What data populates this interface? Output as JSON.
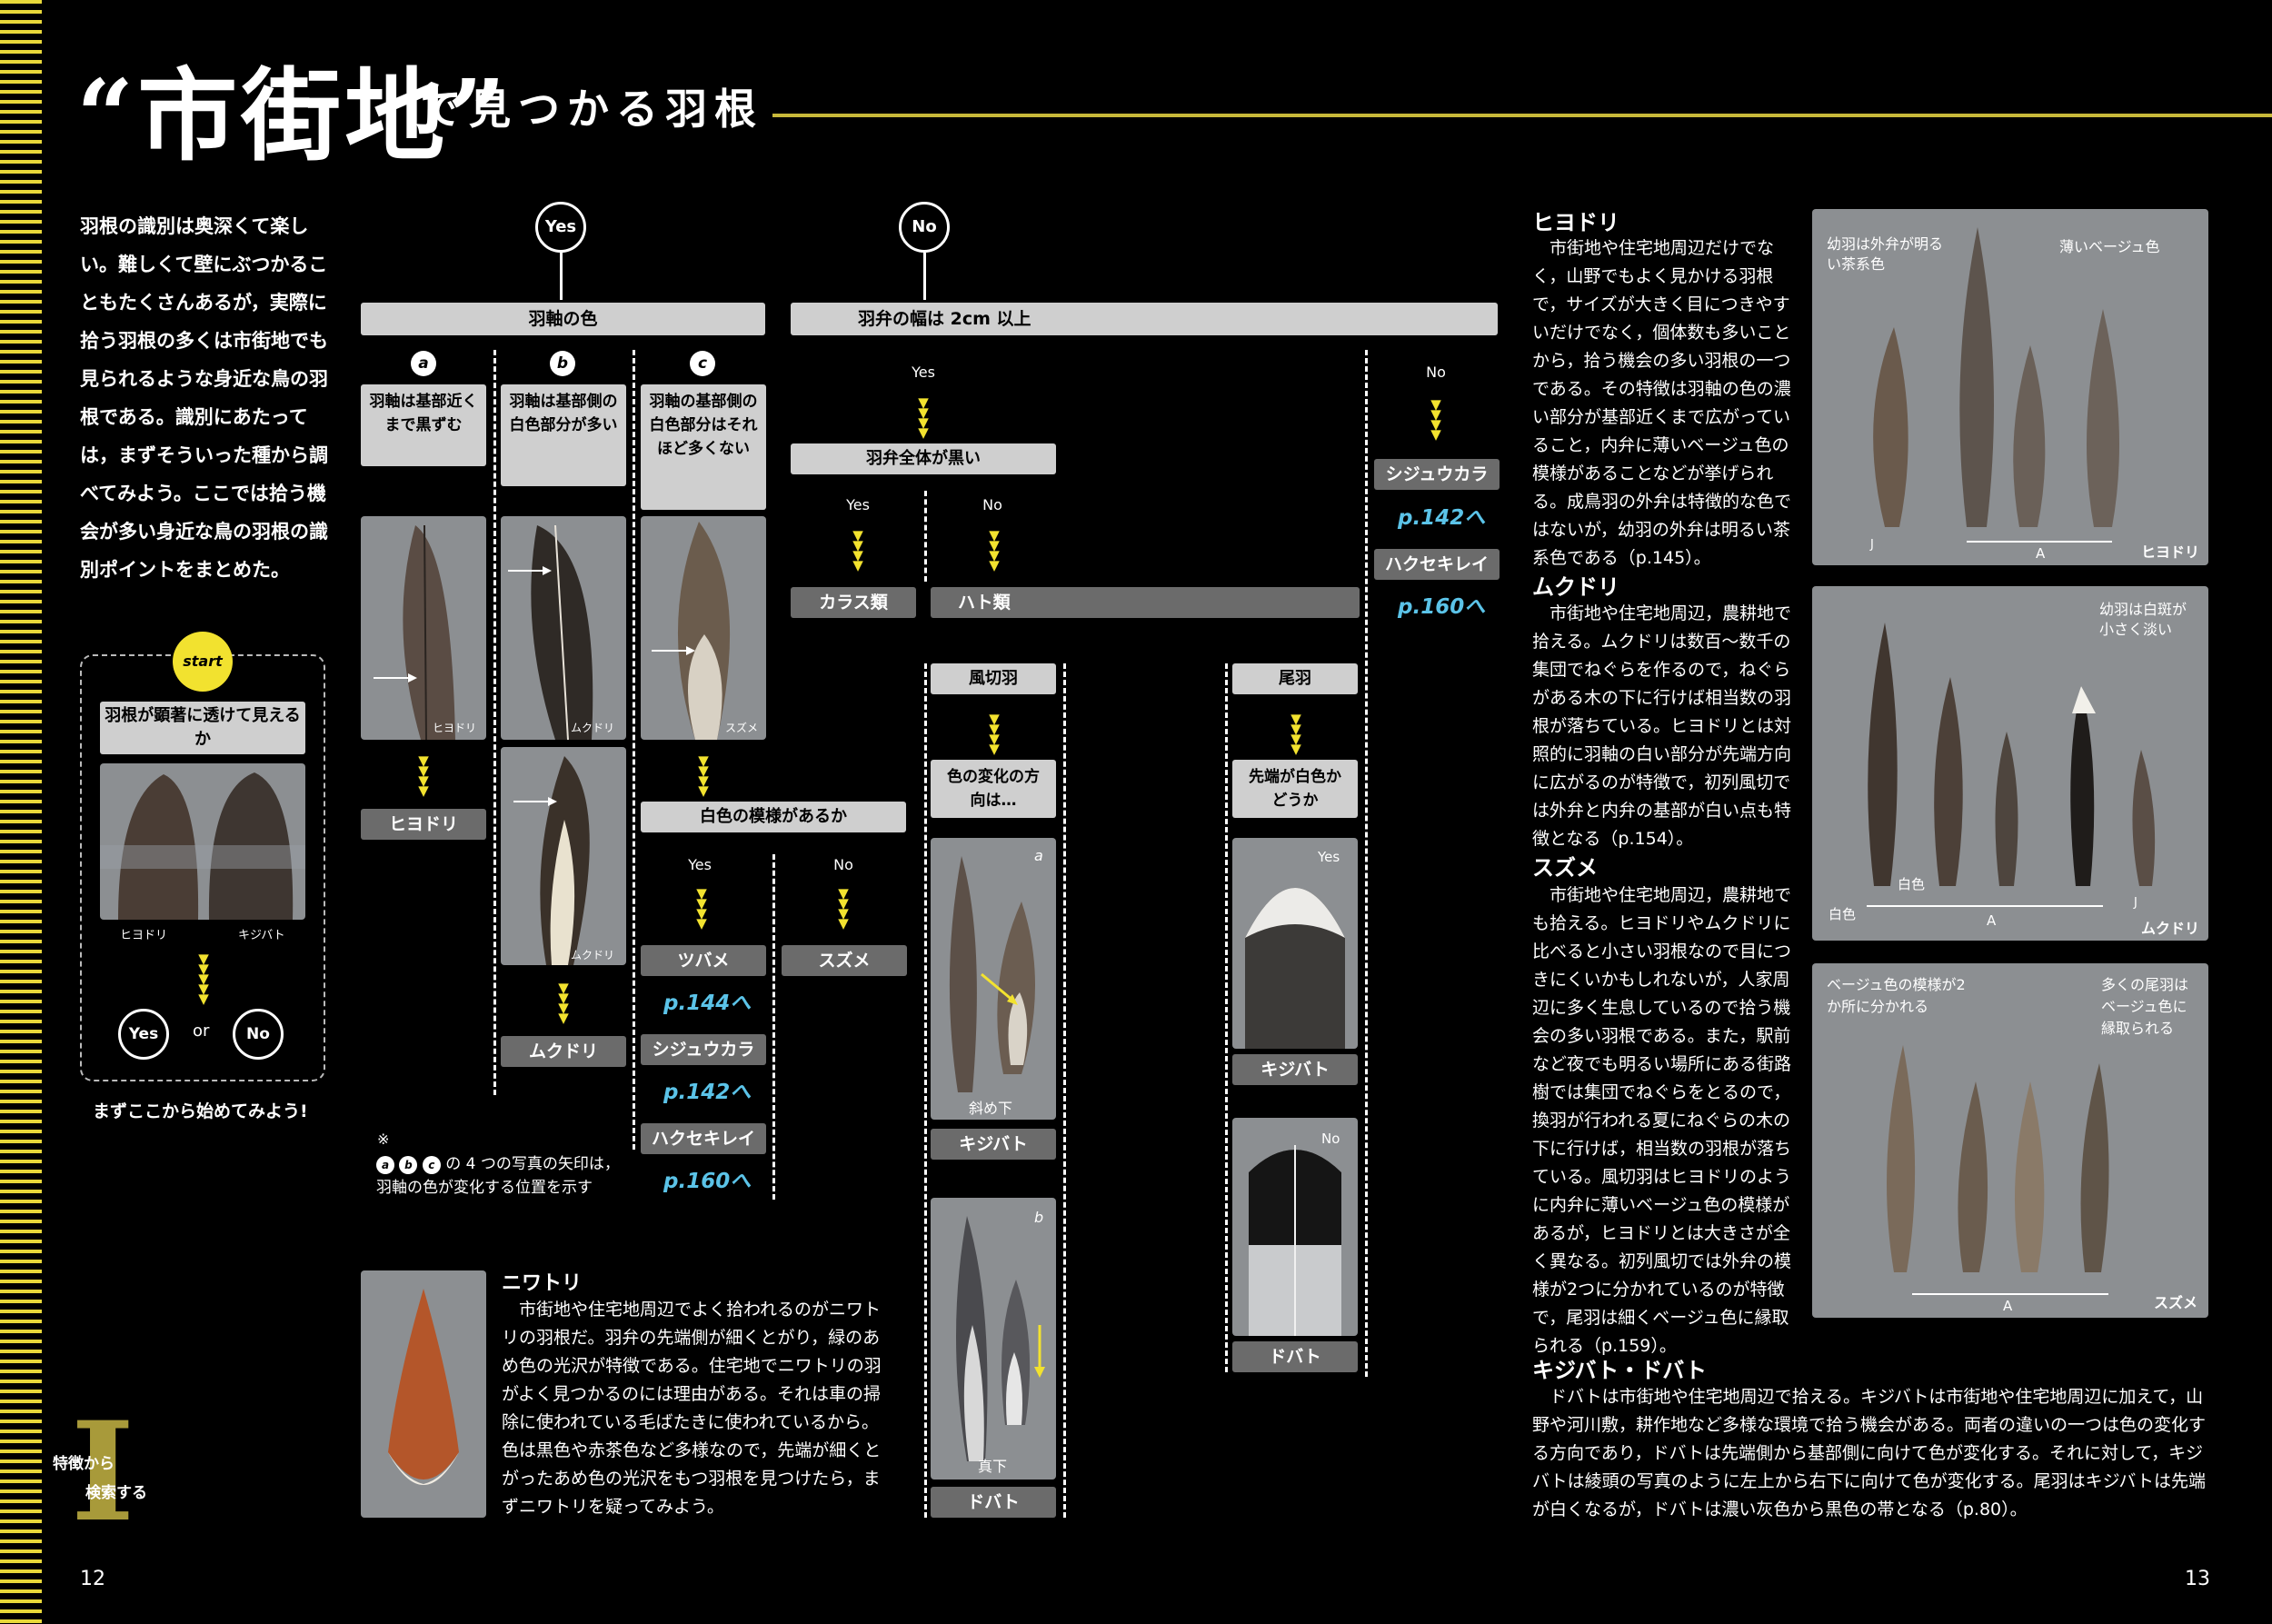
{
  "title": {
    "quoted": "“市街地”",
    "rest": "で見つかる羽根"
  },
  "intro": "羽根の識別は奥深くて楽しい。難しくて壁にぶつかることもたくさんあるが，実際に拾う羽根の多くは市街地でも見られるような身近な鳥の羽根である。識別にあたっては，まずそういった種から調べてみよう。ここでは拾う機会が多い身近な鳥の羽根の識別ポイントをまとめた。",
  "start": {
    "badge": "start",
    "question": "羽根が顕著に透けて見えるか",
    "photo_left": "ヒヨドリ",
    "photo_right": "キジバト",
    "yes": "Yes",
    "or": "or",
    "no": "No",
    "caption": "まずここから始めてみよう!"
  },
  "flow": {
    "yes": "Yes",
    "no": "No",
    "shaft_color": "羽軸の色",
    "vane_width": "羽弁の幅は 2cm 以上",
    "a": {
      "letter": "a",
      "text": "羽軸は基部近くまで黒ずむ",
      "photo": "ヒヨドリ",
      "result": "ヒヨドリ"
    },
    "b": {
      "letter": "b",
      "text": "羽軸は基部側の白色部分が多い",
      "photo1": "ムクドリ",
      "photo2": "ムクドリ",
      "result": "ムクドリ"
    },
    "c": {
      "letter": "c",
      "text": "羽軸の基部側の白色部分はそれほど多くない",
      "photo": "スズメ"
    },
    "white_pattern": "白色の模様があるか",
    "wp_yes": "Yes",
    "wp_no": "No",
    "tsubame": "ツバメ",
    "tsubame_ref": "p.144へ",
    "shijukara1": "シジュウカラ",
    "shijukara1_ref": "p.142へ",
    "hakusekirei1": "ハクセキレイ",
    "hakusekirei1_ref": "p.160へ",
    "suzume": "スズメ",
    "note_mark": "※",
    "note_letters": [
      "a",
      "b",
      "c"
    ],
    "note_text1": "の 4 つの写真の矢印は，",
    "note_text2": "羽軸の色が変化する位置を示す",
    "vane_black": "羽弁全体が黒い",
    "vb_yes": "Yes",
    "vb_no": "No",
    "karasu": "カラス類",
    "hato": "ハト類",
    "wing": "風切羽",
    "color_change": "色の変化の方向は…",
    "photo_a_letter": "a",
    "diag_cap": "斜め下",
    "kijibato1": "キジバト",
    "photo_b_letter": "b",
    "down_cap": "真下",
    "dobato1": "ドバト",
    "tail": "尾羽",
    "tip_white": "先端が白色かどうか",
    "tail_yes": "Yes",
    "kijibato2": "キジバト",
    "tail_no": "No",
    "dobato2": "ドバト",
    "r_no": "No",
    "shijukara2": "シジュウカラ",
    "shijukara2_ref": "p.142へ",
    "hakusekirei2": "ハクセキレイ",
    "hakusekirei2_ref": "p.160へ"
  },
  "niwatori": {
    "head": "ニワトリ",
    "text": "市街地や住宅地周辺でよく拾われるのがニワトリの羽根だ。羽弁の先端側が細くとがり，緑のあめ色の光沢が特徴である。住宅地でニワトリの羽がよく見つかるのには理由がある。それは車の掃除に使われている毛ばたきに使われているから。色は黒色や赤茶色など多様なので，先端が細くとがったあめ色の光沢をもつ羽根を見つけたら，まずニワトリを疑ってみよう。"
  },
  "right": {
    "hiyodori": {
      "head": "ヒヨドリ",
      "text": "市街地や住宅地周辺だけでなく，山野でもよく見かける羽根で，サイズが大きく目につきやすいだけでなく，個体数も多いことから，拾う機会の多い羽根の一つである。その特徴は羽軸の色の濃い部分が基部近くまで広がっていること，内弁に薄いベージュ色の模様があることなどが挙げられる。成鳥羽の外弁は特徴的な色ではないが，幼羽の外弁は明るい茶系色である（p.145）。"
    },
    "mukudori": {
      "head": "ムクドリ",
      "text": "市街地や住宅地周辺，農耕地で拾える。ムクドリは数百～数千の集団でねぐらを作るので，ねぐらがある木の下に行けば相当数の羽根が落ちている。ヒヨドリとは対照的に羽軸の白い部分が先端方向に広がるのが特徴で，初列風切では外弁と内弁の基部が白い点も特徴となる（p.154）。"
    },
    "suzume": {
      "head": "スズメ",
      "text": "市街地や住宅地周辺，農耕地でも拾える。ヒヨドリやムクドリに比べると小さい羽根なので目につきにくいかもしれないが，人家周辺に多く生息しているので拾う機会の多い羽根である。また，駅前など夜でも明るい場所にある街路樹では集団でねぐらをとるので，換羽が行われる夏にねぐらの木の下に行けば，相当数の羽根が落ちている。風切羽はヒヨドリのように内弁に薄いベージュ色の模様があるが，ヒヨドリとは大きさが全く異なる。初列風切では外弁の模様が2つに分かれているのが特徴で，尾羽は細くベージュ色に縁取られる（p.159）。"
    },
    "kijibato": {
      "head": "キジバト・ドバト",
      "text": "ドバトは市街地や住宅地周辺で拾える。キジバトは市街地や住宅地周辺に加えて，山野や河川敷，耕作地など多様な環境で拾う機会がある。両者の違いの一つは色の変化する方向であり，ドバトは先端側から基部側に向けて色が変化する。それに対して，キジバトは綾頭の写真のように左上から右下に向けて色が変化する。尾羽はキジバトは先端が白くなるが，ドバトは濃い灰色から黒色の帯となる（p.80）。"
    }
  },
  "photo1": {
    "label1": "幼羽は外弁が明るい茶系色",
    "label2": "薄いベージュ色",
    "j": "J",
    "a": "A",
    "name": "ヒヨドリ"
  },
  "photo2": {
    "label1": "幼羽は白斑が小さく淡い",
    "white1": "白色",
    "white2": "白色",
    "a": "A",
    "j": "J",
    "name": "ムクドリ"
  },
  "photo3": {
    "label1": "ベージュ色の模様が2 か所に分かれる",
    "label2": "多くの尾羽はベージュ色に縁取られる",
    "a": "A",
    "name": "スズメ"
  },
  "chapter": {
    "roman": "I",
    "text1": "特徴から",
    "text2": "検索する"
  },
  "page_left": "12",
  "page_right": "13",
  "colors": {
    "accent": "#f2e22f",
    "ref": "#5bc3e8",
    "box_light": "#cfcfcf",
    "box_dark": "#6b6b6b",
    "photo_bg": "#8c8f92"
  }
}
